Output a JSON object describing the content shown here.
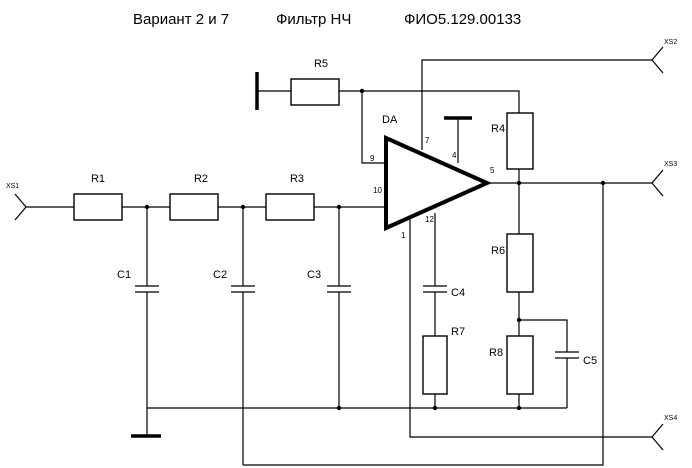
{
  "header": {
    "variant": "Вариант  2  и 7",
    "filter": "Фильтр  НЧ",
    "code": "ФИО5.129.00133"
  },
  "ports": {
    "xs1": "XS1",
    "xs2": "XS2",
    "xs3": "XS3",
    "xs4": "XS4"
  },
  "opamp": {
    "name": "DA",
    "pins": {
      "p9": "9",
      "p10": "10",
      "p7": "7",
      "p4": "4",
      "p5": "5",
      "p1": "1",
      "p12": "12"
    }
  },
  "resistors": {
    "r1": "R1",
    "r2": "R2",
    "r3": "R3",
    "r4": "R4",
    "r5": "R5",
    "r6": "R6",
    "r7": "R7",
    "r8": "R8"
  },
  "capacitors": {
    "c1": "C1",
    "c2": "C2",
    "c3": "C3",
    "c4": "C4",
    "c5": "C5"
  }
}
